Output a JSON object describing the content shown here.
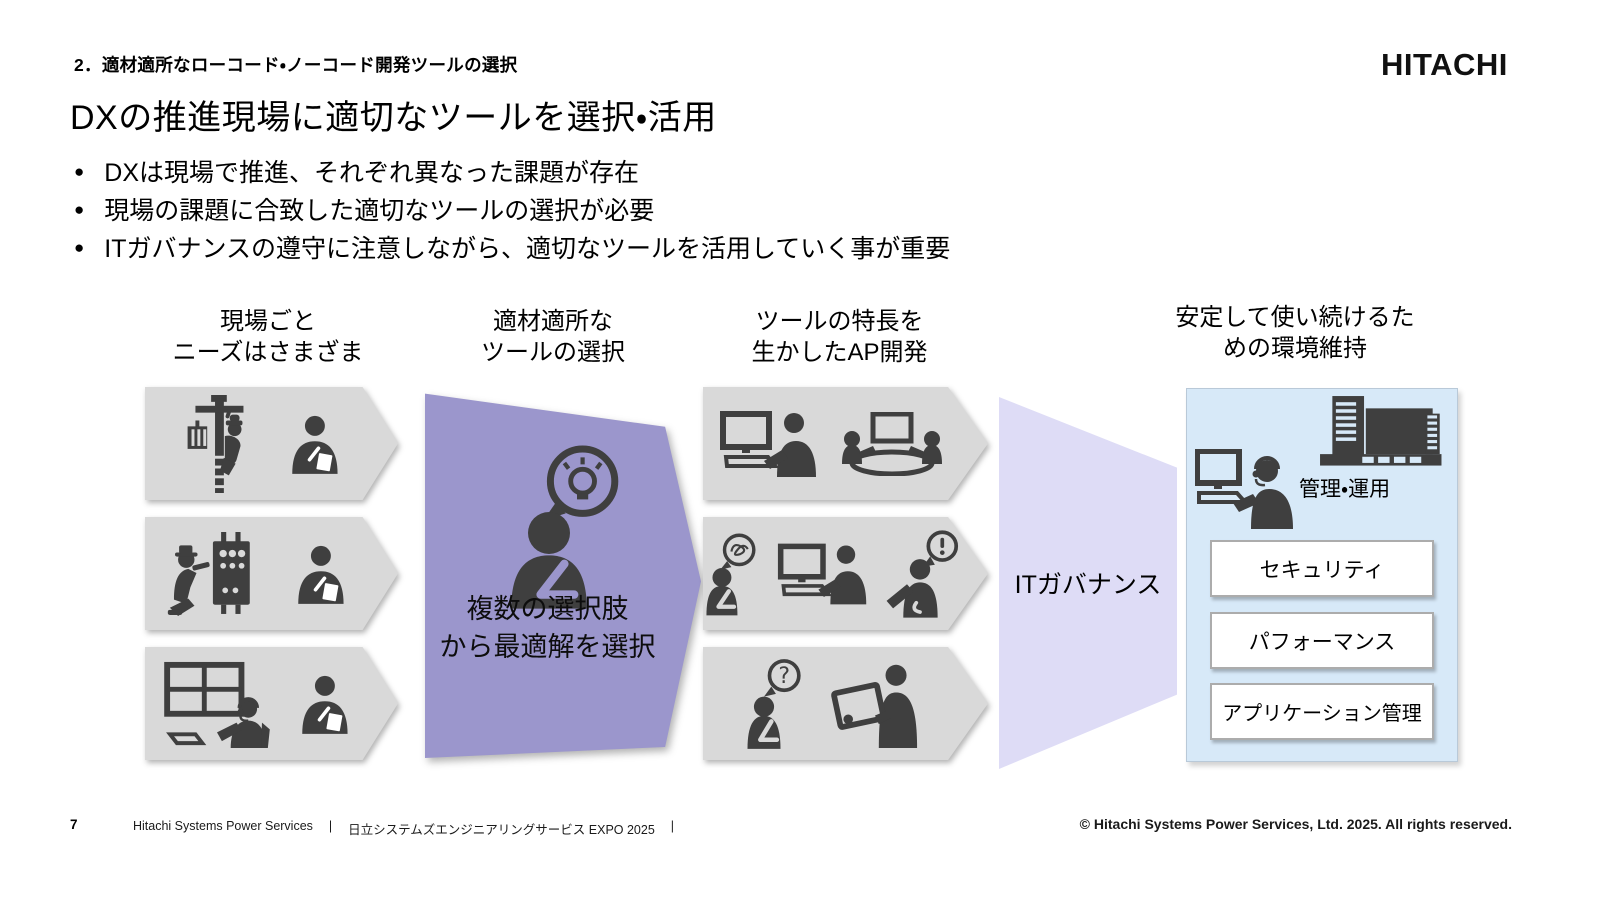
{
  "slide": {
    "section_header": "2．適材適所なローコード・ノーコード開発ツールの選択",
    "logo_text": "HITACHI",
    "title": "DXの推進現場に適切なツールを選択・活用",
    "bullet_glyph": "●",
    "bullets": [
      "DXは現場で推進、それぞれ異なった課題が存在",
      "現場の課題に合致した適切なツールの選択が必要",
      "ITガバナンスの遵守に注意しながら、適切なツールを活用していく事が重要"
    ],
    "step_headers": [
      {
        "line1": "現場ごと",
        "line2": "ニーズはさまざま"
      },
      {
        "line1": "適材適所な",
        "line2": "ツールの選択"
      },
      {
        "line1": "ツールの特長を",
        "line2": "生かしたAP開発"
      },
      {
        "line1": "安定して使い続けるた",
        "line2": "めの環境維持"
      }
    ],
    "selection_note": {
      "line1": "複数の選択肢",
      "line2": "から最適解を選択"
    },
    "governance_label": "ITガバナンス",
    "maintenance_panel": {
      "management_label": "管理・運用",
      "boxes": [
        "セキュリティ",
        "パフォーマンス",
        "アプリケーション管理"
      ]
    },
    "footer": {
      "page_number": "7",
      "company": "Hitachi Systems Power Services",
      "divider": "|",
      "event": "日立システムズエンジニアリングサービス EXPO 2025",
      "copyright": "© Hitachi Systems Power Services, Ltd. 2025. All rights reserved."
    },
    "icons": {
      "col1_row1": [
        "utility-pole-worker-icon",
        "writing-person-icon"
      ],
      "col1_row2": [
        "panel-technician-icon",
        "writing-person-icon"
      ],
      "col1_row3": [
        "control-room-operator-icon",
        "writing-person-icon"
      ],
      "col2": [
        "idea-person-icon"
      ],
      "col3_row1": [
        "pc-user-icon",
        "meeting-icon"
      ],
      "col3_row2": [
        "confused-person-icon",
        "pc-user-icon",
        "alert-person-icon"
      ],
      "col3_row3": [
        "question-person-icon",
        "tablet-person-icon"
      ],
      "col4": [
        "building-icon",
        "support-operator-icon"
      ]
    },
    "colors": {
      "select_purple": "#9B96CC",
      "governance_lavender": "#DEDCF6",
      "maintain_blue": "#D7E9F8",
      "arrow_gray": "#D9D9D9",
      "icon_dark": "#3F3F3F",
      "logo_black": "#111111"
    }
  }
}
